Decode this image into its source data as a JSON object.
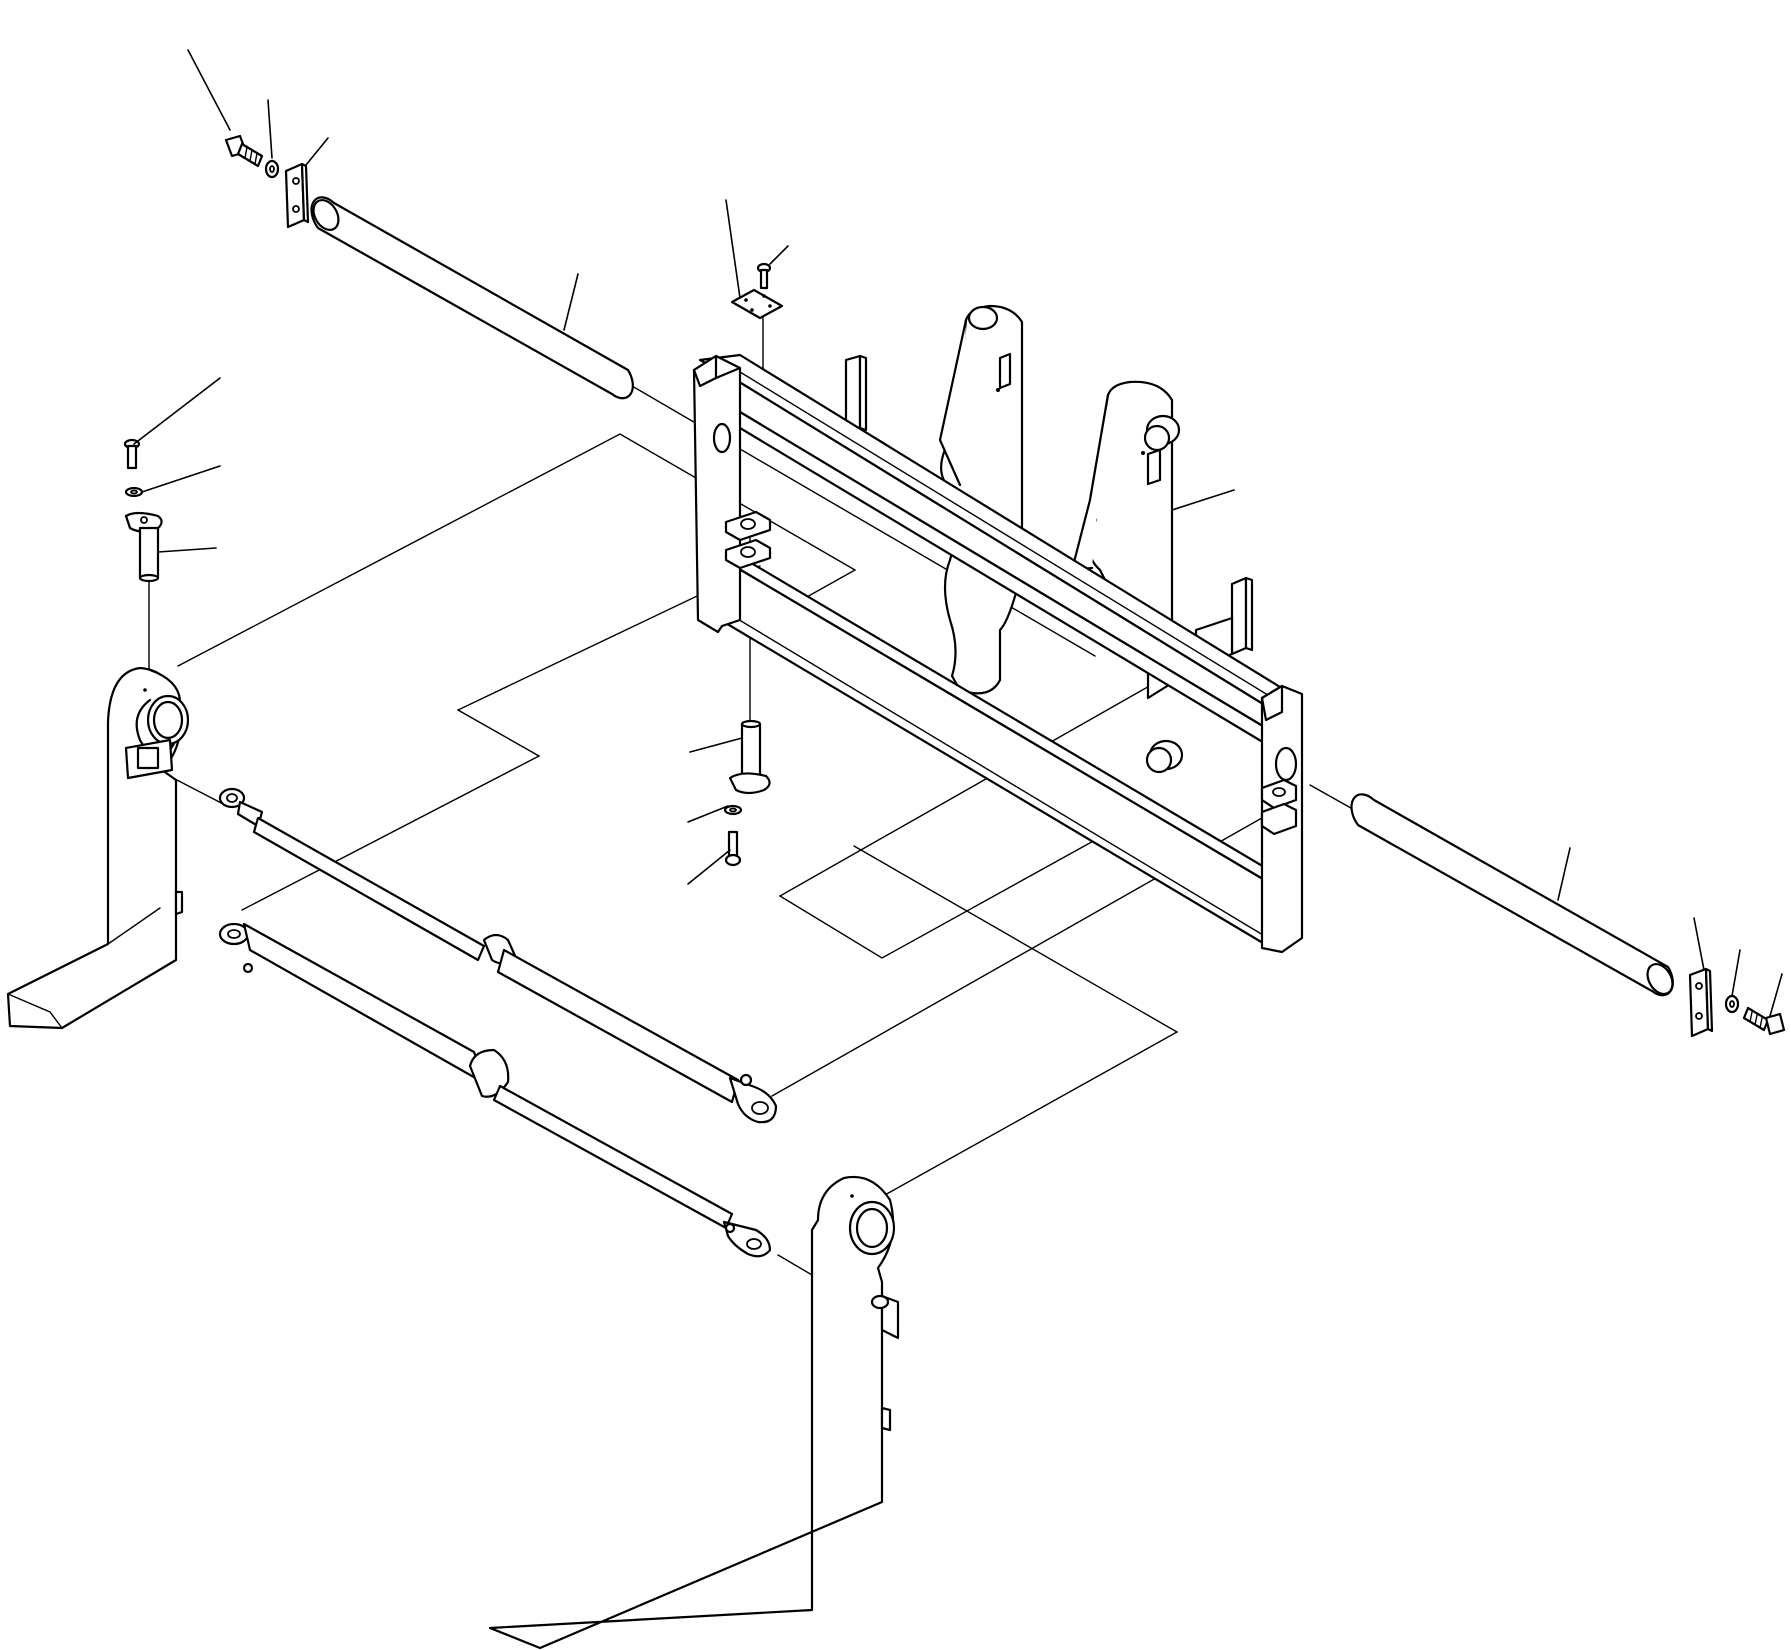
{
  "diagram": {
    "kind": "exploded-parts-view",
    "parts": [
      "bolt-left",
      "washer-left",
      "plate-left",
      "shaft-left",
      "cover-plate",
      "cover-screw",
      "carriage-frame",
      "pin-bolt-left",
      "pin-washer-left",
      "fork-pin-left",
      "fork-left",
      "fork-right",
      "cylinder-upper",
      "cylinder-lower",
      "pin-center",
      "pin-washer-center",
      "pin-bolt-center",
      "shaft-right",
      "plate-right",
      "washer-right",
      "bolt-right"
    ]
  }
}
